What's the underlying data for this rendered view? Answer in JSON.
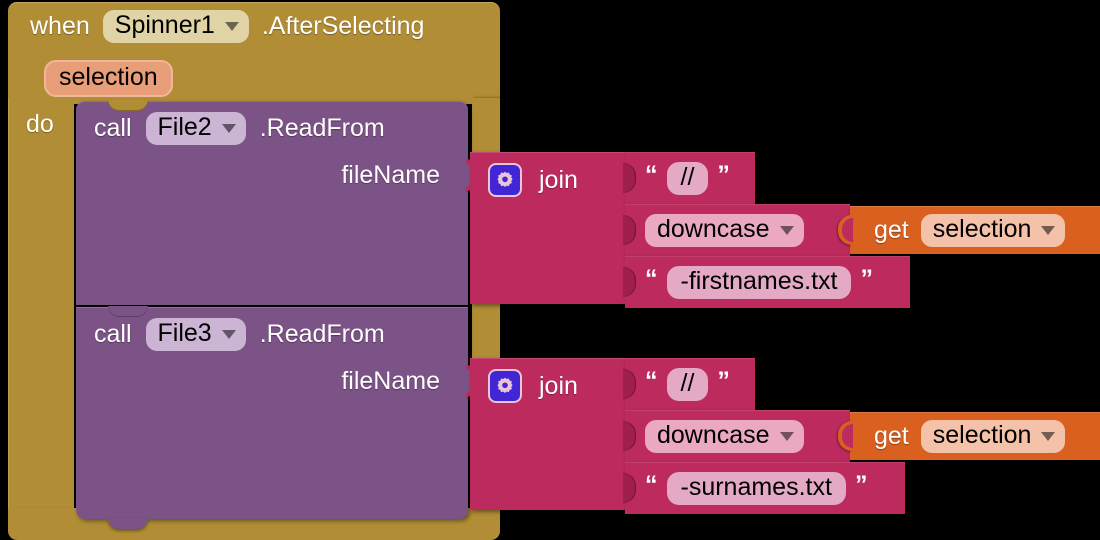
{
  "diagram": {
    "tool": "MIT App Inventor Blocks Editor",
    "type": "visual-block-program"
  },
  "event_block": {
    "keyword_when": "when",
    "component": "Spinner1",
    "event": ".AfterSelecting",
    "parameter": "selection",
    "keyword_do": "do",
    "color": "#b18e35"
  },
  "statements": [
    {
      "keyword_call": "call",
      "component": "File2",
      "method": ".ReadFrom",
      "argument_label": "fileName",
      "color": "#7c5386",
      "value": {
        "operator": "join",
        "mutator_icon": "gear-icon",
        "color": "#bc2a5e",
        "args": [
          {
            "kind": "text",
            "value": "//"
          },
          {
            "kind": "dropdown",
            "value": "downcase",
            "inner": {
              "kind": "get",
              "keyword": "get",
              "variable": "selection",
              "color": "#d9601f"
            }
          },
          {
            "kind": "text",
            "value": "-firstnames.txt"
          }
        ]
      }
    },
    {
      "keyword_call": "call",
      "component": "File3",
      "method": ".ReadFrom",
      "argument_label": "fileName",
      "color": "#7c5386",
      "value": {
        "operator": "join",
        "mutator_icon": "gear-icon",
        "color": "#bc2a5e",
        "args": [
          {
            "kind": "text",
            "value": "//"
          },
          {
            "kind": "dropdown",
            "value": "downcase",
            "inner": {
              "kind": "get",
              "keyword": "get",
              "variable": "selection",
              "color": "#d9601f"
            }
          },
          {
            "kind": "text",
            "value": "-surnames.txt"
          }
        ]
      }
    }
  ],
  "glyphs": {
    "quote_open": "“",
    "quote_close": "”"
  }
}
